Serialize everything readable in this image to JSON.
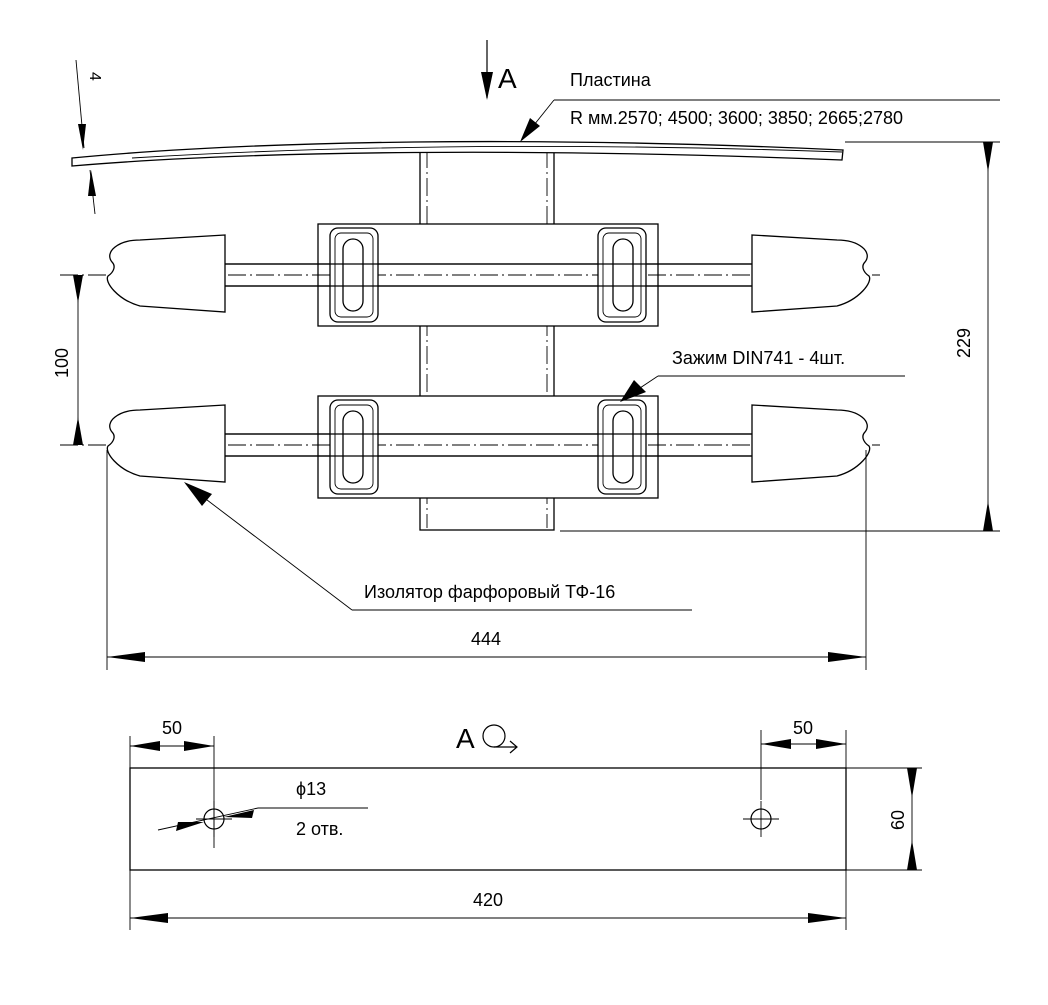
{
  "view_label": "A",
  "plate": {
    "title": "Пластина",
    "radius": "R мм.2570; 4500; 3600; 3850; 2665;2780"
  },
  "labels": {
    "clamp": "Зажим DIN741 - 4шт.",
    "insulator": "Изолятор фарфоровый ТФ-16",
    "hole_diameter": "ϕ13",
    "hole_count": "2 отв."
  },
  "dimensions": {
    "thickness": "4",
    "height_total": "229",
    "spacing": "100",
    "overall_width": "444",
    "hole_offset_left": "50",
    "hole_offset_right": "50",
    "plate_width": "60",
    "plate_length": "420"
  },
  "colors": {
    "line": "#000000",
    "background": "#ffffff"
  }
}
